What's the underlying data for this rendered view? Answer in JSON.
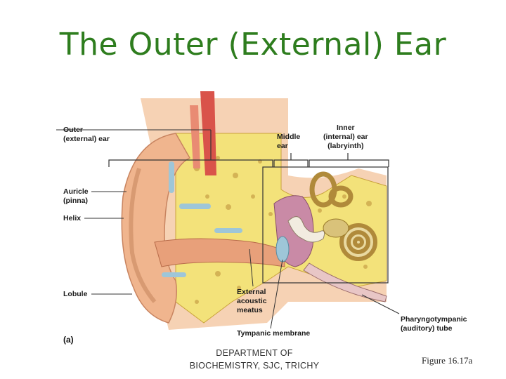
{
  "title": "The Outer (External) Ear",
  "labels": {
    "outer_ear": "Outer\n(external) ear",
    "middle_ear": "Middle\near",
    "inner_ear": "Inner\n(internal) ear\n(labryinth)",
    "auricle": "Auricle\n(pinna)",
    "helix": "Helix",
    "lobule": "Lobule",
    "external_acoustic_meatus": "External\nacoustic\nmeatus",
    "tympanic_membrane": "Tympanic membrane",
    "pharyngotympanic_tube": "Pharyngotympanic\n(auditory) tube",
    "panel_letter": "(a)"
  },
  "footer": {
    "department": "DEPARTMENT OF\nBIOCHEMISTRY, SJC, TRICHY",
    "figure_ref": "Figure 16.17a"
  },
  "colors": {
    "title": "#2e7d1e",
    "skin": "#f0b58e",
    "bone": "#f3e27a",
    "muscle": "#d9534a",
    "membrane": "#9ec6d8",
    "cochlea": "#e9d9a0"
  }
}
